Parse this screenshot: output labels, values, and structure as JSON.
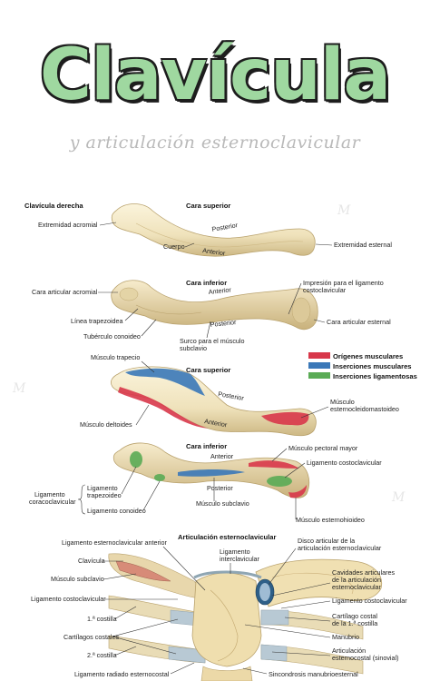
{
  "title": "Clavícula",
  "subtitle": "y articulación esternoclavicular",
  "watermark": "M",
  "section1": {
    "heading": "Clavícula derecha",
    "view_superior": "Cara superior",
    "view_inferior": "Cara inferior",
    "labels": {
      "extremidad_acromial": "Extremidad acromial",
      "posterior": "Posterior",
      "cuerpo": "Cuerpo",
      "anterior": "Anterior",
      "extremidad_esternal": "Extremidad esternal",
      "cara_articular_acromial": "Cara articular acromial",
      "linea_trapezoidea": "Línea trapezoidea",
      "tuberculo_conoideo": "Tubérculo conoideo",
      "impresion_1": "Impresión para el ligamento",
      "impresion_2": "costoclavicular",
      "cara_articular_esternal": "Cara articular esternal",
      "surco_1": "Surco para el músculo",
      "surco_2": "subclavio"
    }
  },
  "section2": {
    "legend": [
      {
        "label": "Orígenes musculares",
        "color": "#d8374a"
      },
      {
        "label": "Inserciones musculares",
        "color": "#3a78b8"
      },
      {
        "label": "Inserciones ligamentosas",
        "color": "#5aab55"
      }
    ],
    "labels": {
      "musculo_trapecio": "Músculo trapecio",
      "cara_superior": "Cara superior",
      "posterior": "Posterior",
      "esternocleido_1": "Músculo",
      "esternocleido_2": "esternocleidomastoideo",
      "musculo_deltoides": "Músculo deltoides",
      "anterior": "Anterior",
      "cara_inferior": "Cara inferior",
      "pectoral_mayor": "Músculo pectoral mayor",
      "anterior_b": "Anterior",
      "lig_costoclavicular": "Ligamento costoclavicular",
      "ligamento": "Ligamento",
      "coracoclavicular": "coracoclavicular",
      "trapezoideo_1": "Ligamento",
      "trapezoideo_2": "trapezoideo",
      "conoideo": "Ligamento conoideo",
      "posterior_b": "Posterior",
      "subclavio": "Músculo subclavio",
      "esternohioideo": "Músculo esternohioideo"
    }
  },
  "section3": {
    "heading": "Articulación esternoclavicular",
    "left_labels": [
      "Ligamento esternoclavicular anterior",
      "Clavícula",
      "Músculo subclavio",
      "Ligamento costoclavicular",
      "1.ª costilla",
      "Cartílagos costales",
      "2.ª costilla",
      "Ligamento radiado esternocostal"
    ],
    "center_labels": [
      "Ligamento",
      "interclavicular"
    ],
    "right_labels": {
      "disco_1": "Disco articular de la",
      "disco_2": "articulación esternoclavicular",
      "cavidades_1": "Cavidades articulares",
      "cavidades_2": "de la articulación",
      "cavidades_3": "esternoclavicular",
      "lig_costoclavicular": "Ligamento costoclavicular",
      "cartilago_1": "Cartílago costal",
      "cartilago_2": "de la 1.ª costilla",
      "manubrio": "Manubrio",
      "articulacion_1": "Articulación",
      "articulacion_2": "esternocostal (sinovial)",
      "sincondrosis": "Sincondrosis manubrioesternal"
    }
  },
  "colors": {
    "title_fill": "#9fd8a0",
    "bone": "#efe4c2",
    "bone_shade": "#d8c596",
    "cartilage": "#b8c9d4"
  }
}
